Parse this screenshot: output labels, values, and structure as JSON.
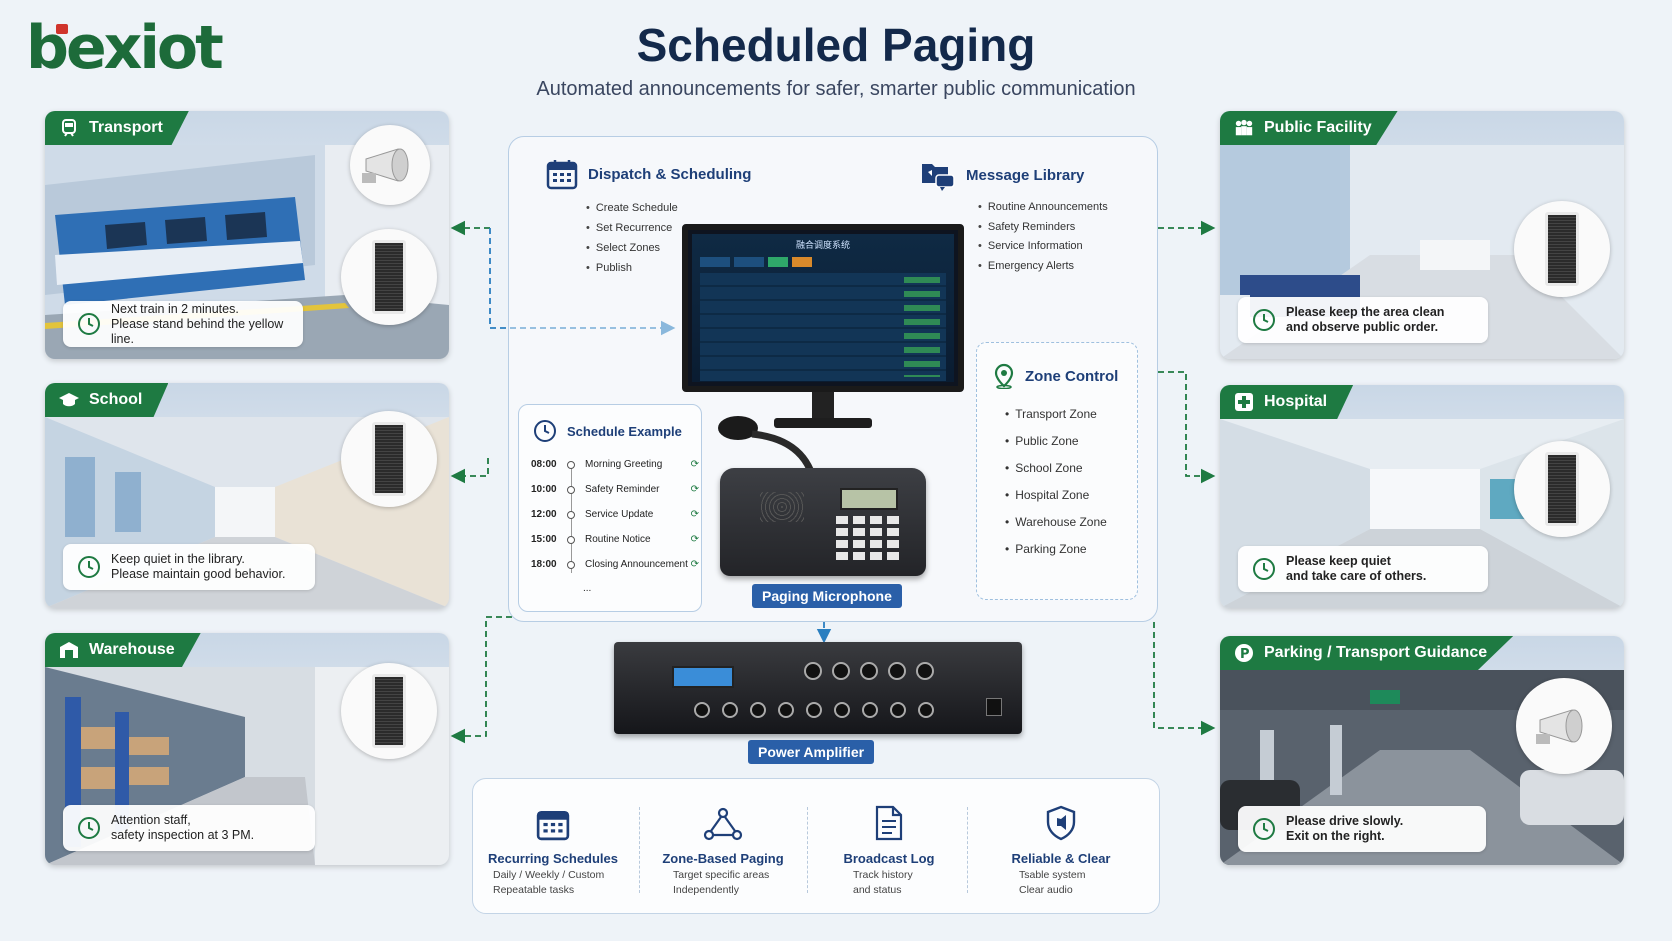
{
  "header": {
    "logo": "bexiot",
    "title": "Scheduled Paging",
    "subtitle": "Automated announcements for safer, smarter public communication"
  },
  "cards_left": [
    {
      "tag": "Transport",
      "icon": "train-icon",
      "msg": [
        "Next train in 2 minutes.",
        "Please stand behind the yellow line."
      ]
    },
    {
      "tag": "School",
      "icon": "graduation-cap-icon",
      "msg": [
        "Keep quiet in the library.",
        "Please maintain good behavior."
      ]
    },
    {
      "tag": "Warehouse",
      "icon": "warehouse-icon",
      "msg": [
        "Attention staff,",
        "safety inspection at 3 PM."
      ]
    }
  ],
  "cards_right": [
    {
      "tag": "Public Facility",
      "icon": "people-icon",
      "msg": [
        "Please keep the area clean",
        "and observe public order."
      ]
    },
    {
      "tag": "Hospital",
      "icon": "medical-cross-icon",
      "msg": [
        "Please keep quiet",
        "and take care of others."
      ]
    },
    {
      "tag": "Parking / Transport Guidance",
      "icon": "parking-icon",
      "msg": [
        "Please drive slowly.",
        "Exit on the right."
      ]
    }
  ],
  "dispatch": {
    "title": "Dispatch & Scheduling",
    "items": [
      "Create Schedule",
      "Set Recurrence",
      "Select Zones",
      "Publish"
    ]
  },
  "library": {
    "title": "Message Library",
    "items": [
      "Routine Announcements",
      "Safety Reminders",
      "Service Information",
      "Emergency Alerts"
    ]
  },
  "zone": {
    "title": "Zone Control",
    "items": [
      "Transport Zone",
      "Public Zone",
      "School Zone",
      "Hospital Zone",
      "Warehouse Zone",
      "Parking Zone"
    ]
  },
  "schedule": {
    "title": "Schedule Example",
    "rows": [
      {
        "time": "08:00",
        "name": "Morning Greeting"
      },
      {
        "time": "10:00",
        "name": "Safety Reminder"
      },
      {
        "time": "12:00",
        "name": "Service Update"
      },
      {
        "time": "15:00",
        "name": "Routine Notice"
      },
      {
        "time": "18:00",
        "name": "Closing Announcement"
      }
    ],
    "more": "..."
  },
  "devices": {
    "mic_label": "Paging Microphone",
    "amp_label": "Power Amplifier",
    "screen_title": "融合调度系统"
  },
  "features": [
    {
      "title": "Recurring Schedules",
      "desc": [
        "Daily / Weekly / Custom",
        "Repeatable tasks"
      ],
      "icon": "calendar-icon"
    },
    {
      "title": "Zone-Based Paging",
      "desc": [
        "Target specific areas",
        "Independently"
      ],
      "icon": "network-icon"
    },
    {
      "title": "Broadcast Log",
      "desc": [
        "Track history",
        "and status"
      ],
      "icon": "document-icon"
    },
    {
      "title": "Reliable & Clear",
      "desc": [
        "Tsable system",
        "Clear audio"
      ],
      "icon": "shield-icon"
    }
  ],
  "colors": {
    "green": "#1e7a42",
    "navy": "#13294b",
    "blue": "#2a5fa8",
    "connector": "#1e7a42"
  }
}
